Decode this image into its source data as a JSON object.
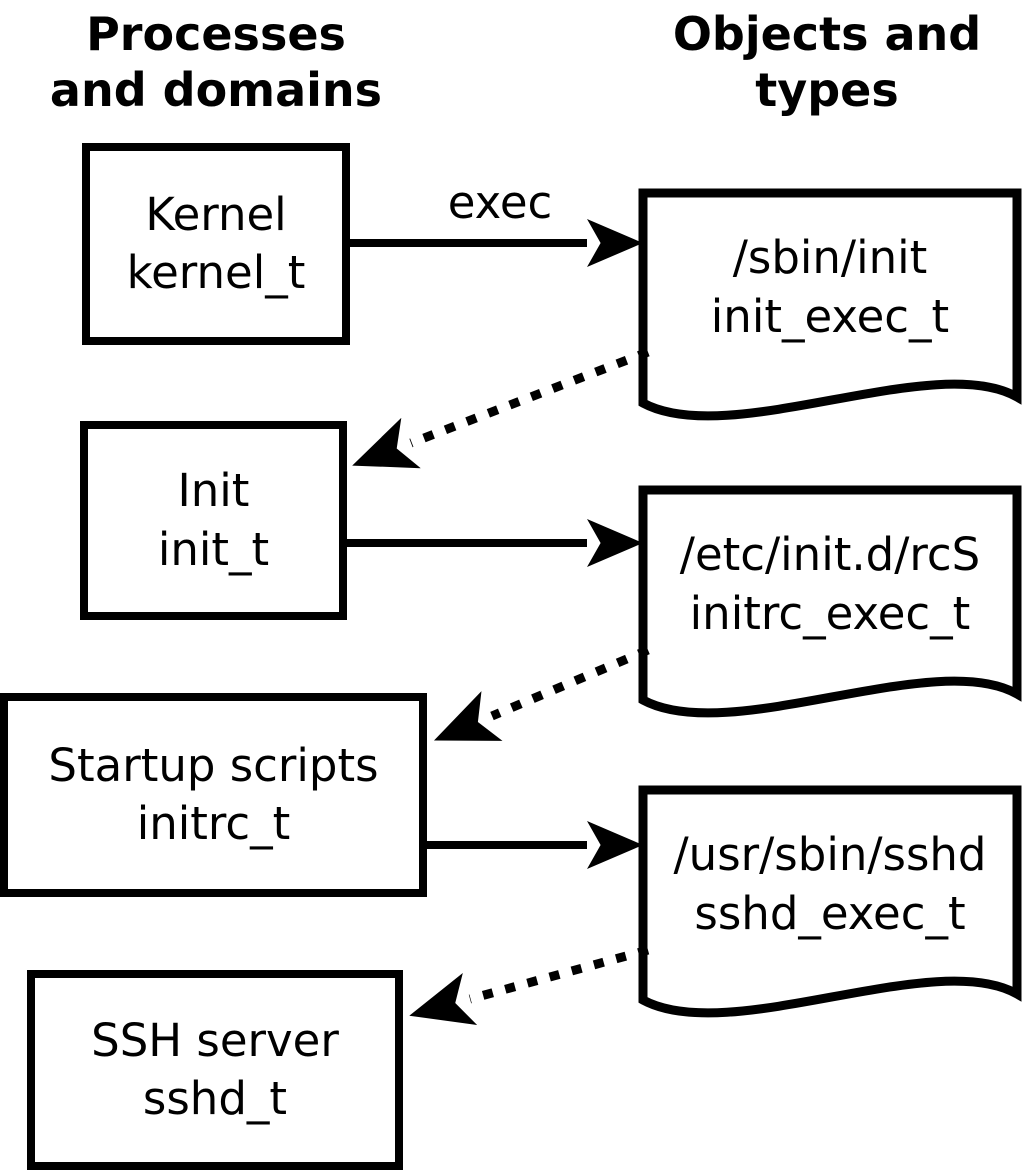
{
  "headers": {
    "left": {
      "line1": "Processes",
      "line2": "and domains"
    },
    "right": {
      "line1": "Objects and",
      "line2": "types"
    }
  },
  "processes": [
    {
      "name": "Kernel",
      "domain": "kernel_t"
    },
    {
      "name": "Init",
      "domain": "init_t"
    },
    {
      "name": "Startup scripts",
      "domain": "initrc_t"
    },
    {
      "name": "SSH server",
      "domain": "sshd_t"
    }
  ],
  "objects": [
    {
      "path": "/sbin/init",
      "type": "init_exec_t"
    },
    {
      "path": "/etc/init.d/rcS",
      "type": "initrc_exec_t"
    },
    {
      "path": "/usr/sbin/sshd",
      "type": "sshd_exec_t"
    }
  ],
  "edges": [
    {
      "from": "Kernel kernel_t",
      "to": "/sbin/init init_exec_t",
      "style": "solid",
      "label": "exec"
    },
    {
      "from": "/sbin/init init_exec_t",
      "to": "Init init_t",
      "style": "dotted",
      "label": ""
    },
    {
      "from": "Init init_t",
      "to": "/etc/init.d/rcS initrc_exec_t",
      "style": "solid",
      "label": ""
    },
    {
      "from": "/etc/init.d/rcS initrc_exec_t",
      "to": "Startup scripts initrc_t",
      "style": "dotted",
      "label": ""
    },
    {
      "from": "Startup scripts initrc_t",
      "to": "/usr/sbin/sshd sshd_exec_t",
      "style": "solid",
      "label": ""
    },
    {
      "from": "/usr/sbin/sshd sshd_exec_t",
      "to": "SSH server sshd_t",
      "style": "dotted",
      "label": ""
    }
  ],
  "colors": {
    "ink": "#000000",
    "background": "#ffffff"
  }
}
